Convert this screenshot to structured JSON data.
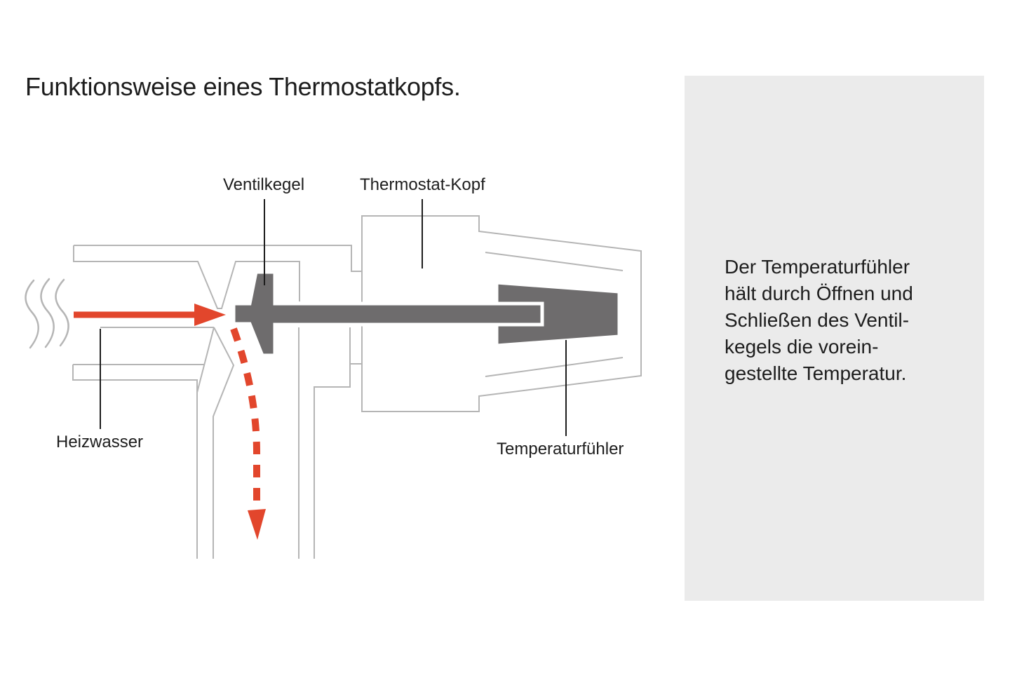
{
  "title": "Funktionsweise eines Thermostatkopfs.",
  "diagram": {
    "labels": {
      "ventilkegel": "Ventilkegel",
      "thermostat_kopf": "Thermostat-Kopf",
      "heizwasser": "Heizwasser",
      "temperaturfuehler": "Temperaturfühler"
    }
  },
  "side_panel": {
    "lines": [
      "Der Temperaturfühler",
      "hält durch Öffnen und",
      "Schließen des Ventil-",
      "kegels die vorein-",
      "gestellte Temperatur."
    ]
  },
  "colors": {
    "red": "#e2462c",
    "dark": "#6e6c6d",
    "line": "#b5b5b5",
    "panel": "#ebebeb",
    "ink": "#1d1d1d"
  }
}
